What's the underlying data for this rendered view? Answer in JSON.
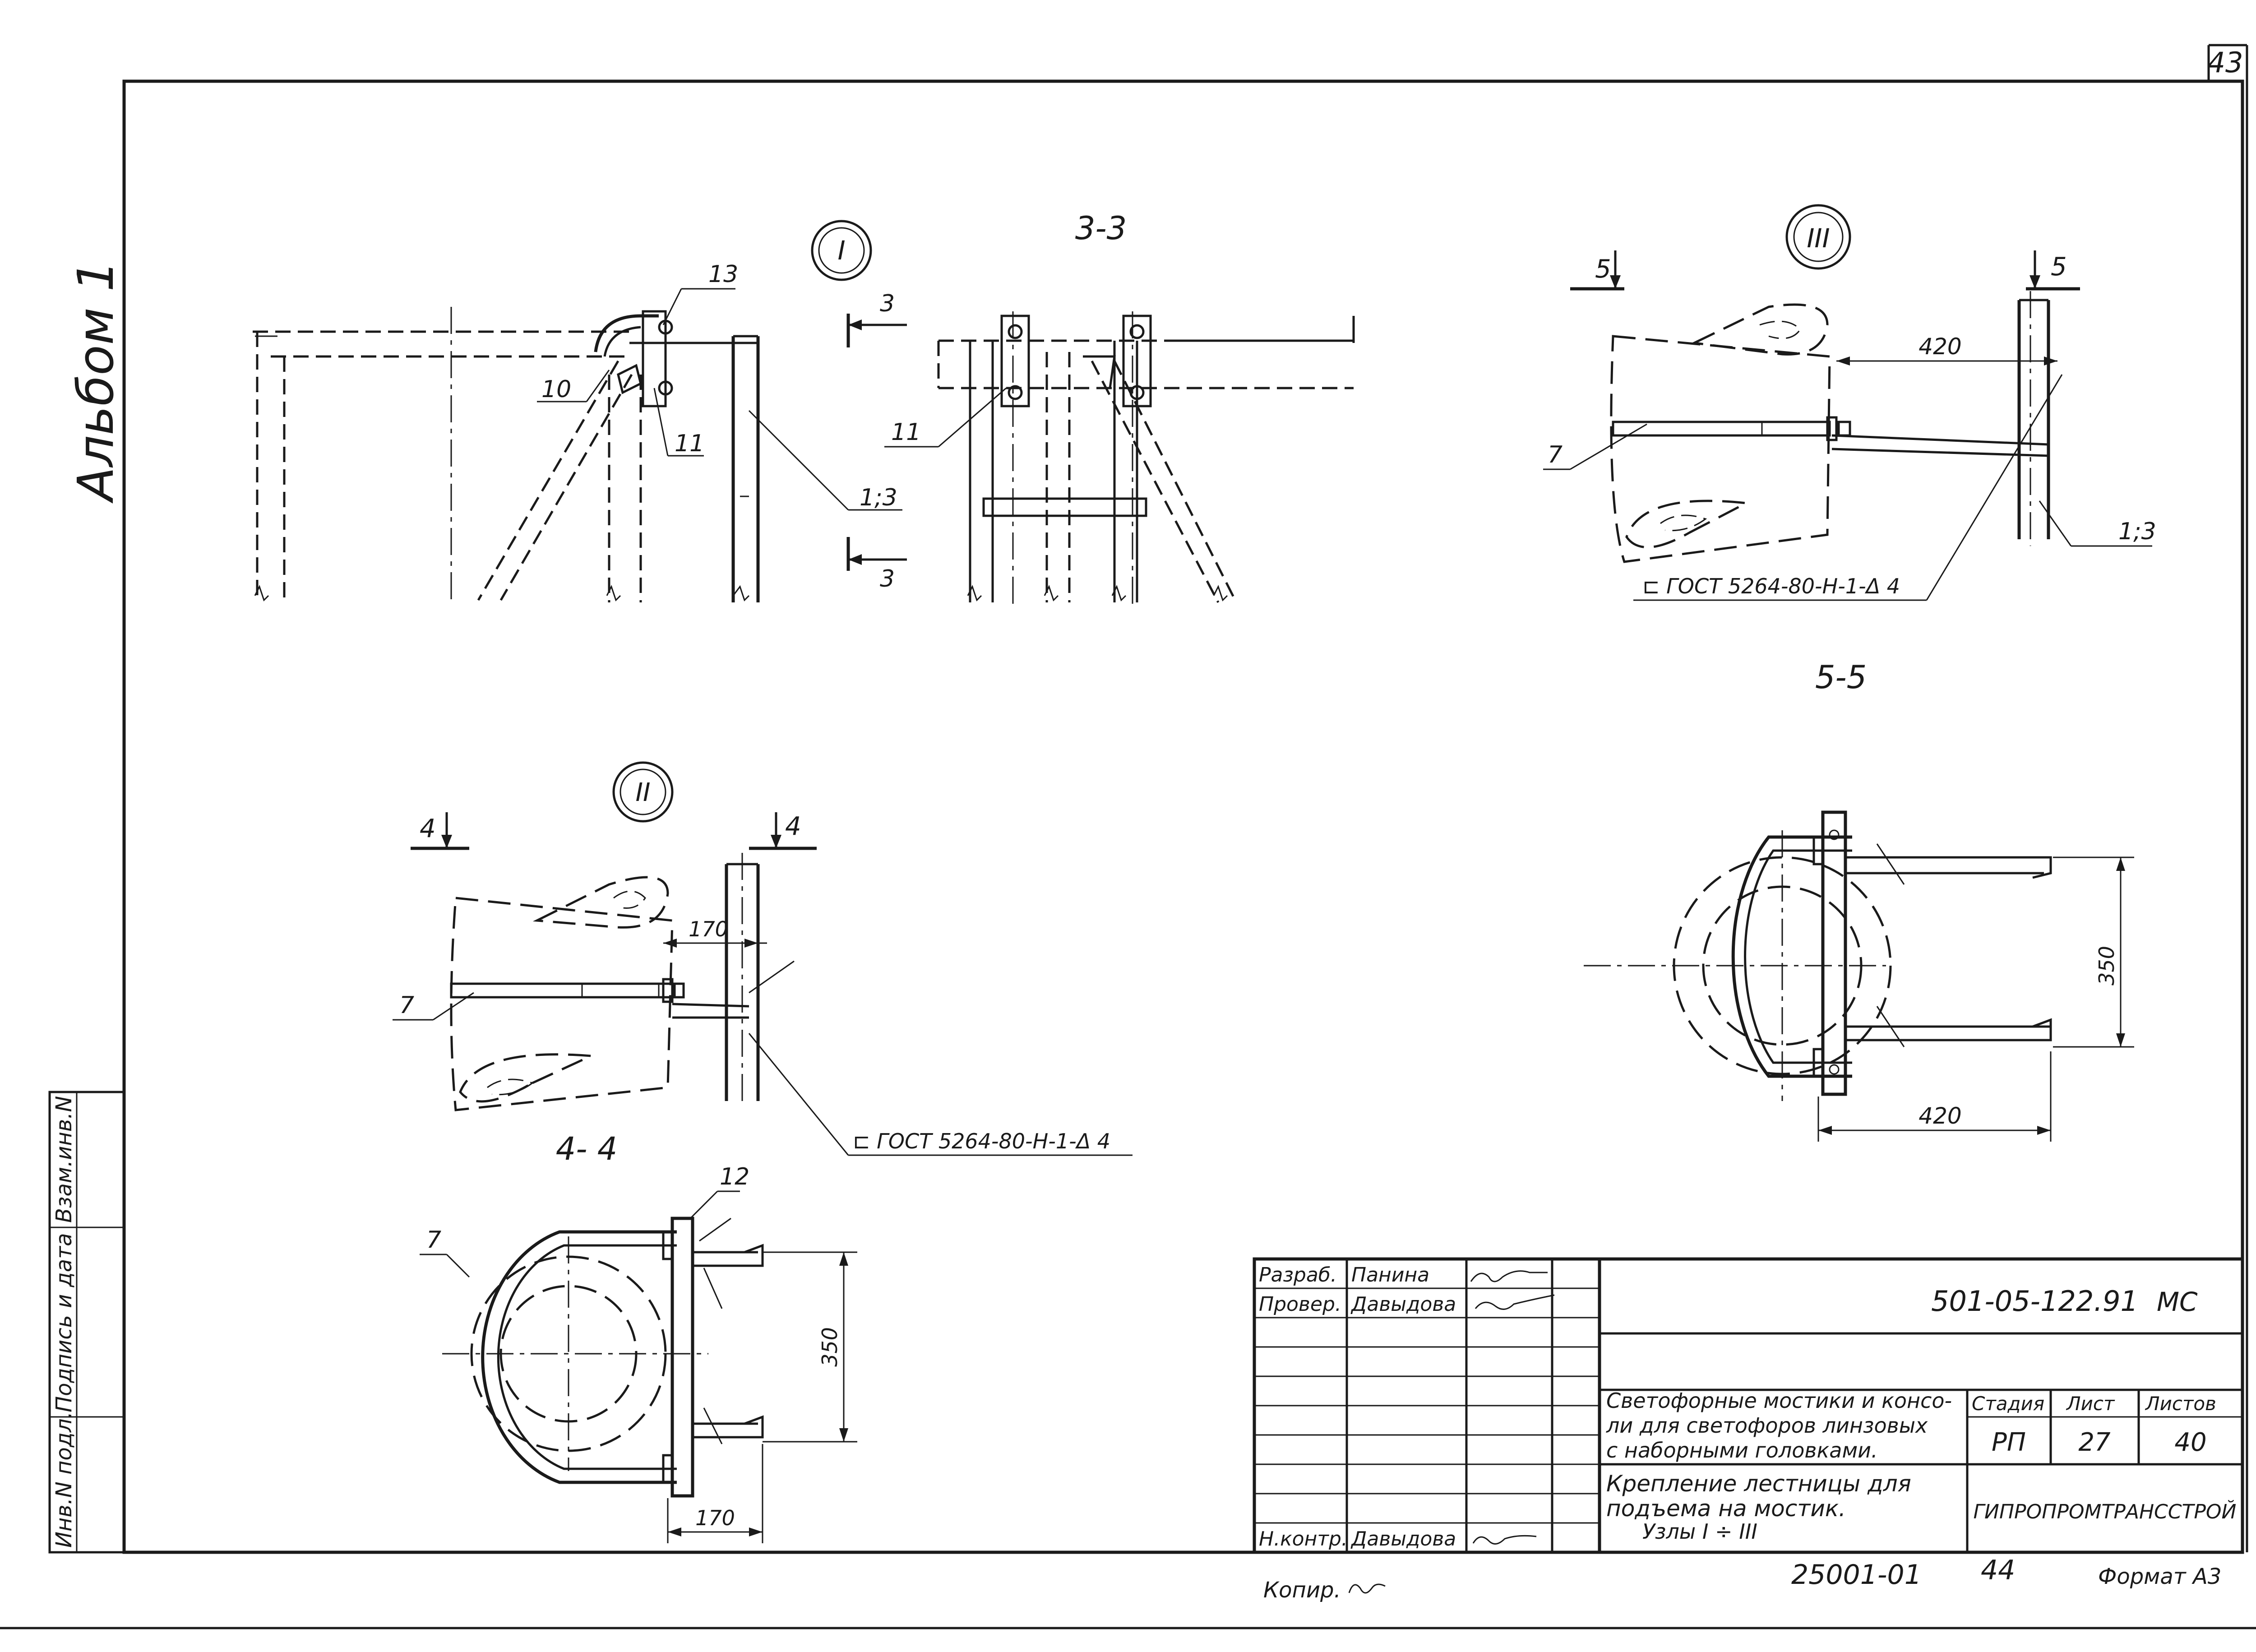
{
  "page_number": "43",
  "album_label": "Альбом 1",
  "side_stamp": {
    "inv_no": "Инв.N подл.",
    "sign_date": "Подпись и дата",
    "replace_inv": "Взам.инв.N"
  },
  "views": {
    "node_I": "I",
    "node_II": "II",
    "node_III": "III",
    "section_3_3": "3-3",
    "section_4_4": "4- 4",
    "section_5_5": "5-5",
    "cut_3": "3",
    "cut_4": "4",
    "cut_5": "5"
  },
  "callouts": {
    "p13": "13",
    "p10": "10",
    "p11": "11",
    "p11b": "11",
    "p1_3a": "1;3",
    "p1_3b": "1;3",
    "p7a": "7",
    "p7b": "7",
    "p7c": "7",
    "p12": "12"
  },
  "dimensions": {
    "d420_top": "420",
    "d170_top": "170",
    "d350_right": "350",
    "d420_bottom": "420",
    "d350_left": "350",
    "d170_bottom": "170"
  },
  "weld_notes": {
    "w1": "⊏ ГОСТ 5264-80-Н-1-Δ 4",
    "w2": "⊏ ГОСТ 5264-80-Н-1-Δ 4"
  },
  "title_block": {
    "designation": "501-05-122.91",
    "suffix": "МС",
    "role_dev": "Разраб.",
    "name_dev": "Панина",
    "role_check": "Провер.",
    "name_check": "Давыдова",
    "role_norm": "Н.контр.",
    "name_norm": "Давыдова",
    "project_line1": "Светофорные мостики и консо-",
    "project_line2": "ли для светофоров линзовых",
    "project_line3": "с наборными головками.",
    "sheet_line1": "Крепление лестницы для",
    "sheet_line2": "подъема на мостик.",
    "sheet_line3": "Узлы I ÷ III",
    "stage_label": "Стадия",
    "sheet_label": "Лист",
    "sheets_label": "Листов",
    "stage_value": "РП",
    "sheet_value": "27",
    "sheets_value": "40",
    "organization": "ГИПРОПРОМТРАНССТРОЙ"
  },
  "bottom": {
    "copied": "Копир.",
    "archive_no": "25001-01",
    "archive_sheet": "44",
    "format": "Формат А3"
  }
}
